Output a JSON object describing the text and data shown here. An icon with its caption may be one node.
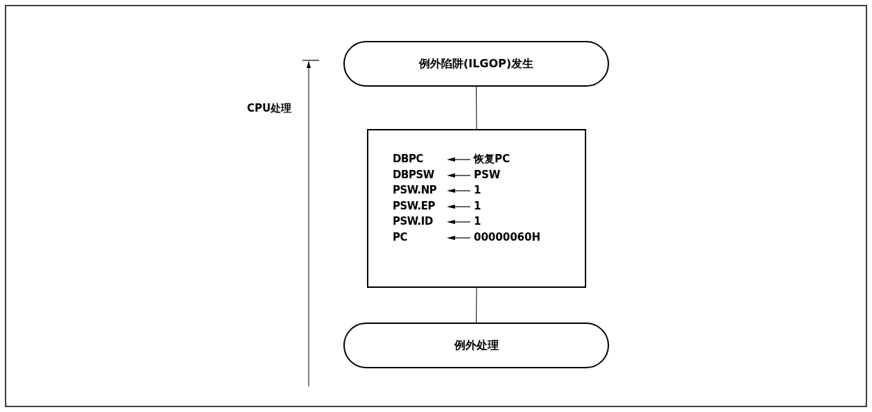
{
  "diagram": {
    "nodes": [
      {
        "text": [
          "例外陷阱(ILGOP)发生"
        ]
      },
      {
        "text": [
          "DBPC",
          "恢复PC",
          "DBPSW",
          "PSW",
          "PSW.NP",
          "1",
          "PSW.EP",
          "1",
          "PSW.ID",
          "1",
          "PC",
          "00000060H"
        ]
      },
      {
        "text": [
          "例外处理"
        ]
      }
    ],
    "edges": [
      {
        "from": 0,
        "to": 1,
        "arrow": "none"
      },
      {
        "from": 1,
        "to": 2,
        "arrow": "none"
      }
    ],
    "labels": [
      "CPU处理"
    ]
  }
}
